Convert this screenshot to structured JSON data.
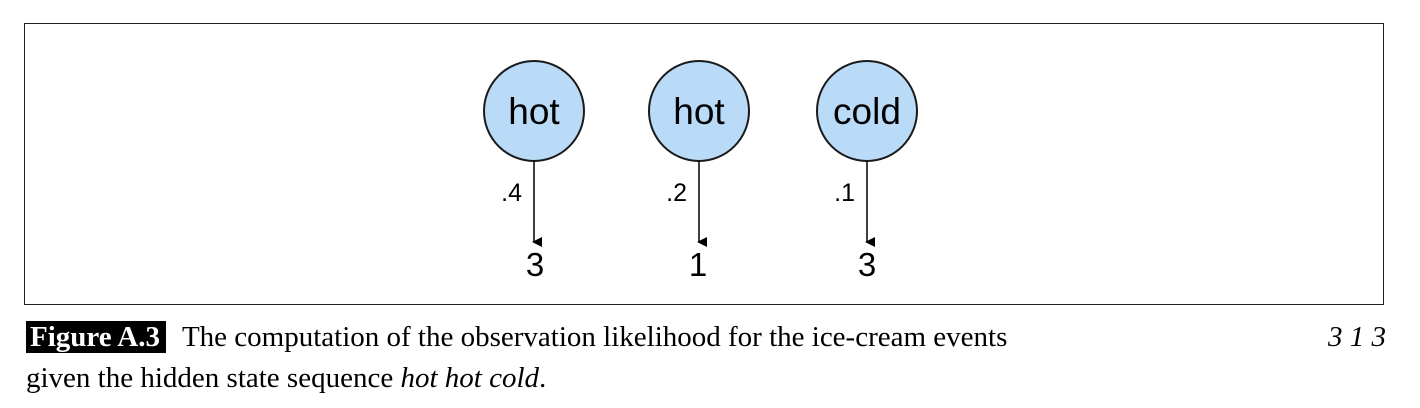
{
  "diagram": {
    "states": [
      {
        "label": "hot",
        "prob": ".4",
        "obs": "3"
      },
      {
        "label": "hot",
        "prob": ".2",
        "obs": "1"
      },
      {
        "label": "cold",
        "prob": ".1",
        "obs": "3"
      }
    ],
    "node_fill": "#b9dbf8",
    "node_stroke": "#1a1a1a"
  },
  "caption": {
    "tag": "Figure A.3",
    "text_1": "The computation of the observation likelihood for the ice-cream events ",
    "events": "3 1 3",
    "text_2": "given the hidden state sequence ",
    "sequence": "hot hot cold",
    "text_3": "."
  }
}
